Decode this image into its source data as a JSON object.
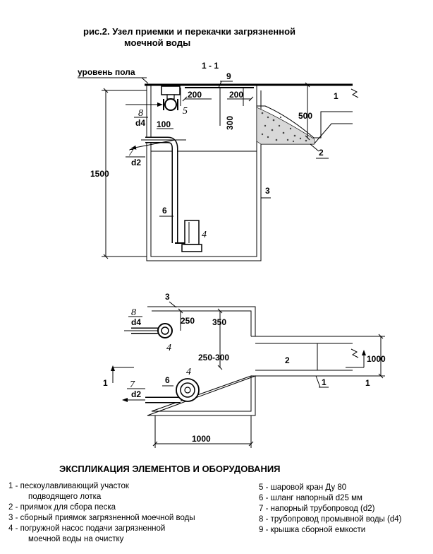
{
  "title": {
    "line1": "рис.2. Узел приемки и перекачки загрязненной",
    "line2": "моечной воды"
  },
  "section": {
    "label": "1 - 1",
    "floor_level": "уровень пола",
    "dim_200_a": "200",
    "dim_200_b": "200",
    "dim_300": "300",
    "dim_500": "500",
    "dim_100": "100",
    "dim_1500": "1500",
    "callouts": {
      "n9": "9",
      "n1": "1",
      "n2": "2",
      "n3": "3",
      "n4": "4",
      "n5": "5",
      "n6": "6",
      "n7": "7",
      "n8": "8",
      "d4": "d4",
      "d2": "d2"
    }
  },
  "plan": {
    "dim_250": "250",
    "dim_350": "350",
    "dim_250_300": "250-300",
    "dim_1000_h": "1000",
    "dim_1000_v": "1000",
    "callouts": {
      "n3": "3",
      "n8": "8",
      "d4": "d4",
      "n4a": "4",
      "n4b": "4",
      "n2": "2",
      "n1a": "1",
      "n1b": "1",
      "n1c": "1",
      "n7": "7",
      "d2": "d2",
      "n6": "6"
    }
  },
  "legend": {
    "heading": "ЭКСПЛИКАЦИЯ ЭЛЕМЕНТОВ И ОБОРУДОВАНИЯ",
    "left": [
      "1 - пескоулавливающий участок",
      "подводящего лотка",
      "2 - приямок для сбора песка",
      "3 - сборный приямок загрязненной моечной воды",
      "4 - погружной насос подачи загрязненной",
      "моечной воды на очистку"
    ],
    "right": [
      "5 - шаровой кран Ду 80",
      "6 - шланг напорный d25 мм",
      "7 - напорный трубопровод (d2)",
      "8 - трубопровод промывной воды (d4)",
      "9 - крышка сборной емкости"
    ]
  }
}
